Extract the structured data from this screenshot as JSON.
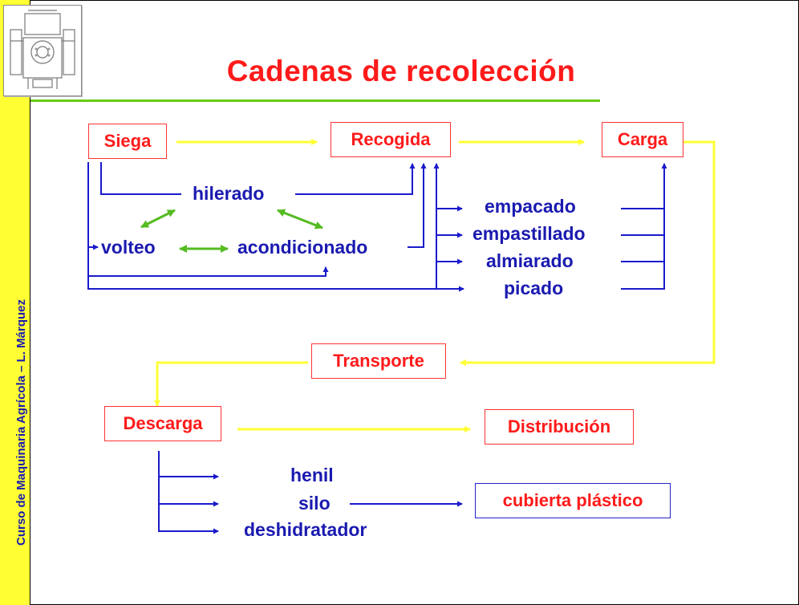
{
  "sidebar": {
    "course_label": "Curso de Maquinaria Agrícola – L. Márquez"
  },
  "slide": {
    "title": "Cadenas de recolección"
  },
  "logo": {
    "icon": "tractor-front-icon"
  },
  "nodes": {
    "siega": "Siega",
    "recogida": "Recogida",
    "carga": "Carga",
    "transporte": "Transporte",
    "descarga": "Descarga",
    "distribucion": "Distribución",
    "cubierta": "cubierta plástico"
  },
  "labels": {
    "hilerado": "hilerado",
    "volteo": "volteo",
    "acondicionado": "acondicionado",
    "empacado": "empacado",
    "empastillado": "empastillado",
    "almiarado": "almiarado",
    "picado": "picado",
    "henil": "henil",
    "silo": "silo",
    "deshidratador": "deshidratador"
  },
  "colors": {
    "yellow_arrow": "#ffff33",
    "blue_arrow": "#1a1acc",
    "green_arrow": "#55bb22",
    "red_text": "#ff1a1a",
    "blue_text": "#1a1ab0"
  }
}
